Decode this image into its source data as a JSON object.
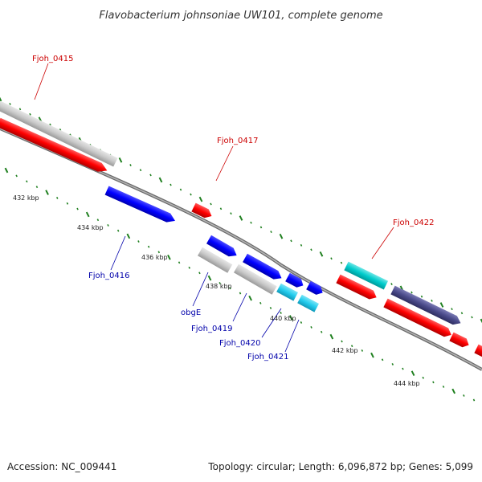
{
  "title": "Flavobacterium johnsoniae UW101, complete genome",
  "footer": {
    "accession": "Accession: NC_009441",
    "summary": "Topology: circular; Length: 6,096,872 bp; Genes: 5,099"
  },
  "colors": {
    "backbone": "#808080",
    "tick": "#208020",
    "red_gene": "#ff0000",
    "grey_gene": "#c8c8c8",
    "blue_gene": "#0000ff",
    "cyan_gene": "#00cccc",
    "lightcyan_gene": "#22ccee",
    "navy_gene": "#4a4a8a",
    "label_red": "#cc0000",
    "label_blue": "#0000aa"
  },
  "scale_labels": [
    "432 kbp",
    "434 kbp",
    "436 kbp",
    "438 kbp",
    "440 kbp",
    "442 kbp",
    "444 kbp"
  ],
  "gene_labels": [
    {
      "text": "Fjoh_0415",
      "color": "red"
    },
    {
      "text": "Fjoh_0417",
      "color": "red"
    },
    {
      "text": "Fjoh_0422",
      "color": "red"
    },
    {
      "text": "Fjoh_0416",
      "color": "blue"
    },
    {
      "text": "obgE",
      "color": "blue"
    },
    {
      "text": "Fjoh_0419",
      "color": "blue"
    },
    {
      "text": "Fjoh_0420",
      "color": "blue"
    },
    {
      "text": "Fjoh_0421",
      "color": "blue"
    }
  ]
}
